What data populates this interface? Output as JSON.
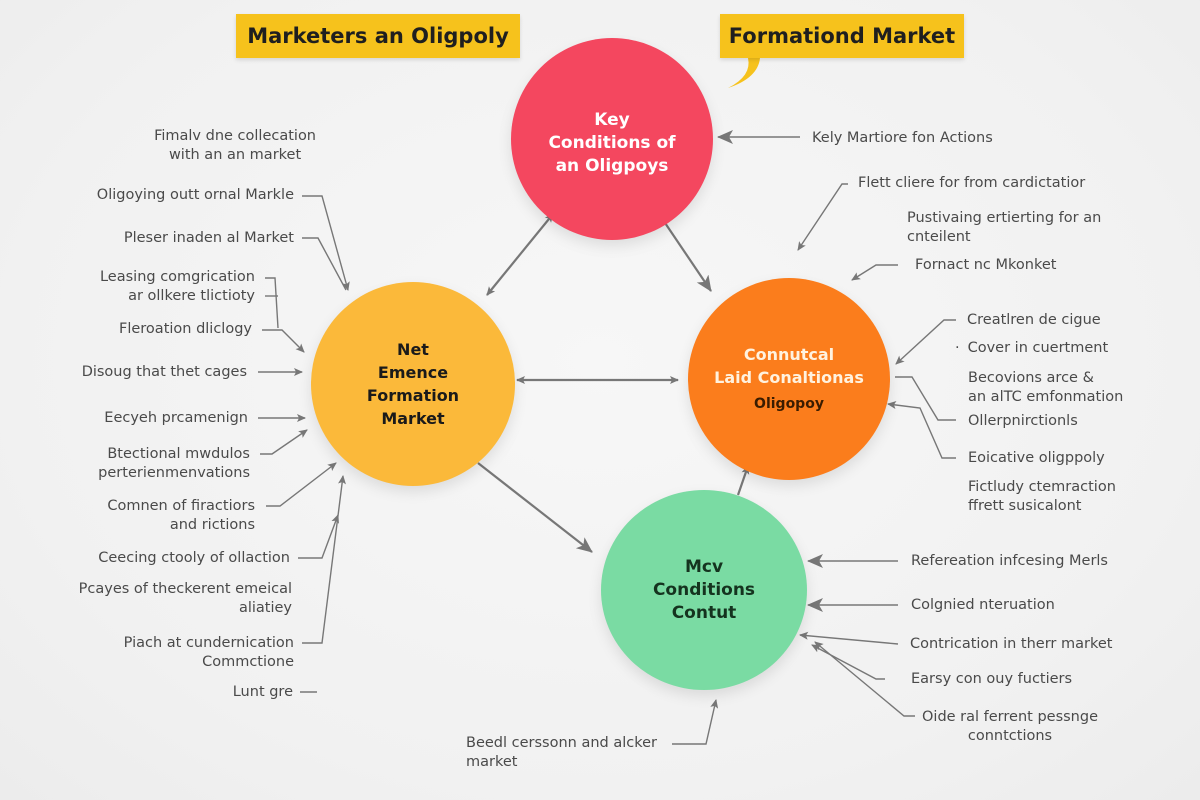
{
  "banners": {
    "left": "Marketers an Oligpoly",
    "right": "Formationd Market"
  },
  "colors": {
    "background": "#f3f3f3",
    "banner": "#f6c21c",
    "node_top": "#f4475f",
    "node_left": "#fbb93a",
    "node_right": "#fb7d1c",
    "node_bottom": "#7adba3",
    "connector": "#777777",
    "label_text": "#4a4a4a"
  },
  "nodes": {
    "top": {
      "lines": [
        "Key",
        "Conditions of",
        "an Oligpoys"
      ]
    },
    "left": {
      "lines": [
        "Net",
        "Emence",
        "Formation",
        "Market"
      ]
    },
    "right": {
      "lines": [
        "Connutcal",
        "Laid Conaltionas",
        "Oligopoy"
      ]
    },
    "bottom": {
      "lines": [
        "Mcv",
        "Conditions",
        "Contut"
      ]
    }
  },
  "labels": {
    "top_right": [
      "Kely Martiore fon Actions"
    ],
    "left": [
      [
        "Fimalv dne collecation",
        "with an an market"
      ],
      [
        "Oligoying outt ornal Markle"
      ],
      [
        "Pleser inaden al Market"
      ],
      [
        "Leasing comgrication",
        "ar ollkere tlictioty"
      ],
      [
        "Fleroation dliclogy"
      ],
      [
        "Disoug that thet cages"
      ],
      [
        "Eecyeh prcamenign"
      ],
      [
        "Btectional mwdulos",
        "perterienmenvations"
      ],
      [
        "Comnen of firactiors",
        "and rictions"
      ],
      [
        "Ceecing ctooly of ollaction"
      ],
      [
        "Pcayes of theckerent emeical",
        "aliatiey"
      ],
      [
        "Piach at cundernication",
        "Commctione"
      ],
      [
        "Lunt gre"
      ]
    ],
    "right_upper": [
      [
        "Flett cliere for from cardictatior"
      ],
      [
        "Pustivaing ertierting for an",
        "cnteilent"
      ],
      [
        "Fornact nc Mkonket"
      ]
    ],
    "right_middle": [
      [
        "Creatlren de cigue"
      ],
      [
        "Cover in cuertment"
      ],
      [
        "Becovions arce &",
        "an alTC emfonmation"
      ],
      [
        "Ollerpnirctionls"
      ],
      [
        "Eoicative oligppoly"
      ],
      [
        "Fictludy ctemraction",
        "ffrett susicalont"
      ]
    ],
    "right_lower": [
      [
        "Refereation infcesing Merls"
      ],
      [
        "Colgnied nteruation"
      ],
      [
        "Contrication in therr market"
      ],
      [
        "Earsy con ouy fuctiers"
      ],
      [
        "Oide ral ferrent pessnge",
        "conntctions"
      ]
    ],
    "bottom": [
      [
        "Beedl cerssonn and alcker",
        "market"
      ]
    ]
  }
}
